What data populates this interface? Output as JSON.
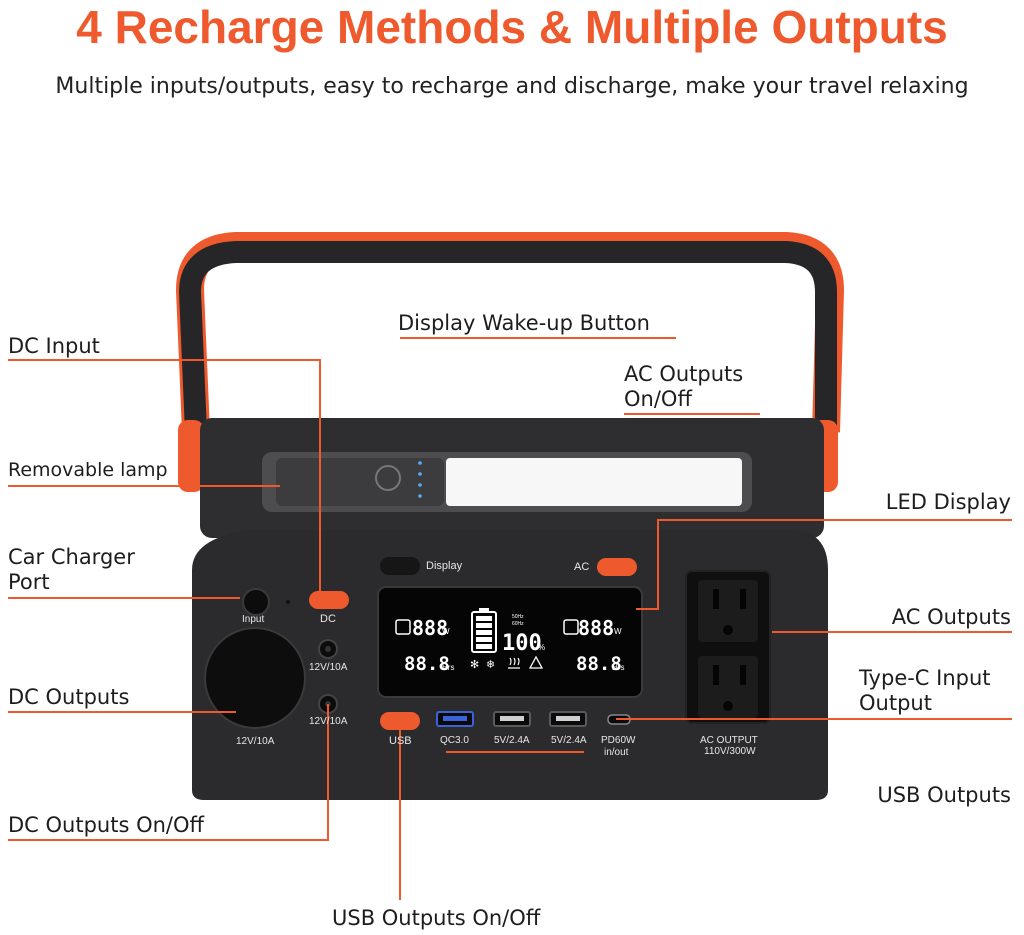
{
  "heading": {
    "title": "4 Recharge Methods & Multiple Outputs",
    "subtitle": "Multiple inputs/outputs, easy to recharge and discharge, make your travel relaxing"
  },
  "callouts": {
    "dc_input": "DC Input",
    "display_wakeup": "Display Wake-up Button",
    "ac_onoff_1": "AC Outputs",
    "ac_onoff_2": "On/Off",
    "removable_lamp": "Removable lamp",
    "led_display": "LED Display",
    "car_charger_1": "Car Charger",
    "car_charger_2": "Port",
    "ac_outputs": "AC Outputs",
    "dc_outputs": "DC Outputs",
    "type_c_1": "Type-C Input",
    "type_c_2": "Output",
    "usb_outputs": "USB Outputs",
    "dc_onoff": "DC Outputs On/Off",
    "usb_onoff": "USB Outputs On/Off"
  },
  "panel": {
    "display_btn": "Display",
    "ac_btn": "AC",
    "input": "Input",
    "dc": "DC",
    "dc_port_1": "12V/10A",
    "dc_port_2": "12V/10A",
    "car_port": "12V/10A",
    "usb_btn": "USB",
    "qc": "QC3.0",
    "usb_a1": "5V/2.4A",
    "usb_a2": "5V/2.4A",
    "pd_1": "PD60W",
    "pd_2": "in/out",
    "ac_out_1": "AC OUTPUT",
    "ac_out_2": "110V/300W"
  },
  "lcd": {
    "in_watts": "888",
    "w1": "W",
    "out_watts": "888",
    "w2": "W",
    "battery_pct": "100",
    "pct": "%",
    "in_hrs": "88.8",
    "hrs1": "Hrs",
    "out_hrs": "88.8",
    "hrs2": "Hrs",
    "freq1": "50Hz",
    "freq2": "60Hz"
  },
  "colors": {
    "accent": "#ee5a2d",
    "body": "#2b2b2d",
    "lamp": "#5a5a5c"
  }
}
